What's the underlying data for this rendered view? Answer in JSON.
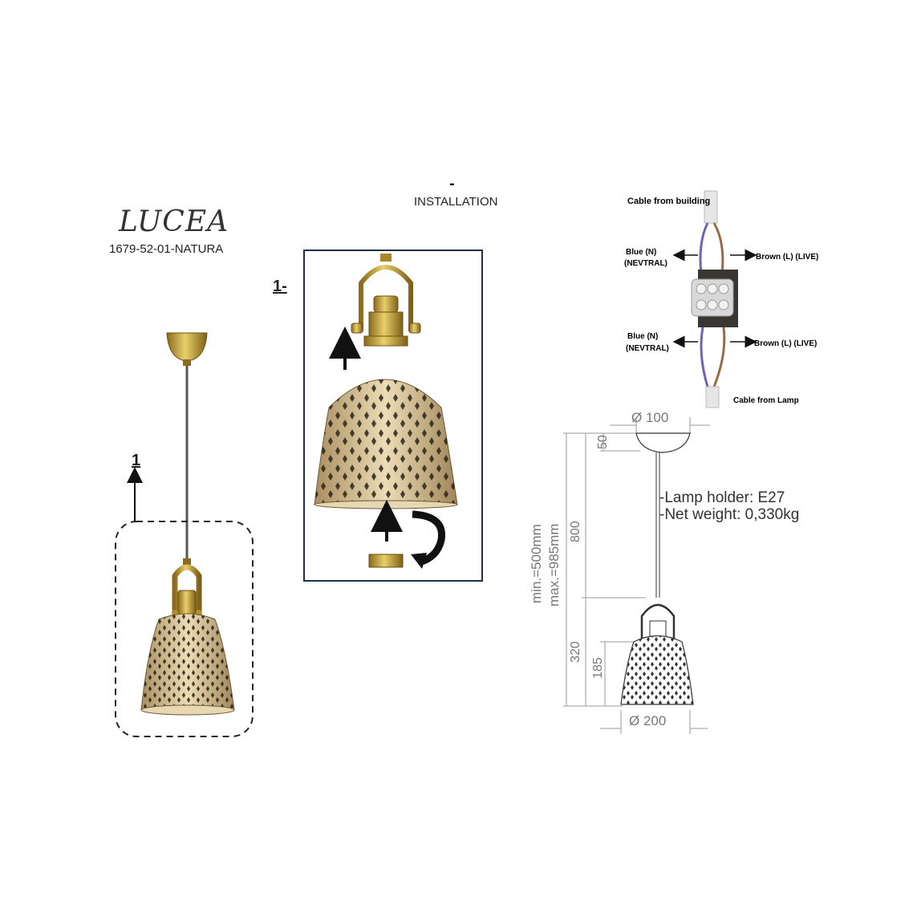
{
  "product": {
    "brand": "LUCEA",
    "code": "1679-52-01-NATURA"
  },
  "installation": {
    "dash": "-",
    "title": "INSTALLATION",
    "step_label": "1-",
    "callout_label": "1"
  },
  "wiring": {
    "cable_building": "Cable from building",
    "blue_top_1": "Blue (N)",
    "blue_top_2": "(NEVTRAL)",
    "brown_top": "Brown (L) (LIVE)",
    "blue_bottom_1": "Blue (N)",
    "blue_bottom_2": "(NEVTRAL)",
    "brown_bottom": "Brown (L) (LIVE)",
    "cable_lamp": "Cable from Lamp"
  },
  "dimensions": {
    "canopy_diameter": "Ø 100",
    "canopy_height": "50",
    "cable_length": "800",
    "lamp_height": "320",
    "shade_height": "185",
    "shade_diameter": "Ø 200",
    "min_length": "min.=500mm",
    "max_length": "max.=985mm"
  },
  "specs": {
    "lamp_holder": "-Lamp holder: E27",
    "net_weight": "-Net weight: 0,330kg"
  },
  "colors": {
    "brass": "#c9a63a",
    "shade_gold": "#d9c49a",
    "frame_navy": "#1f3049",
    "blue_wire": "#6f63b3",
    "brown_wire": "#9a6a45"
  }
}
